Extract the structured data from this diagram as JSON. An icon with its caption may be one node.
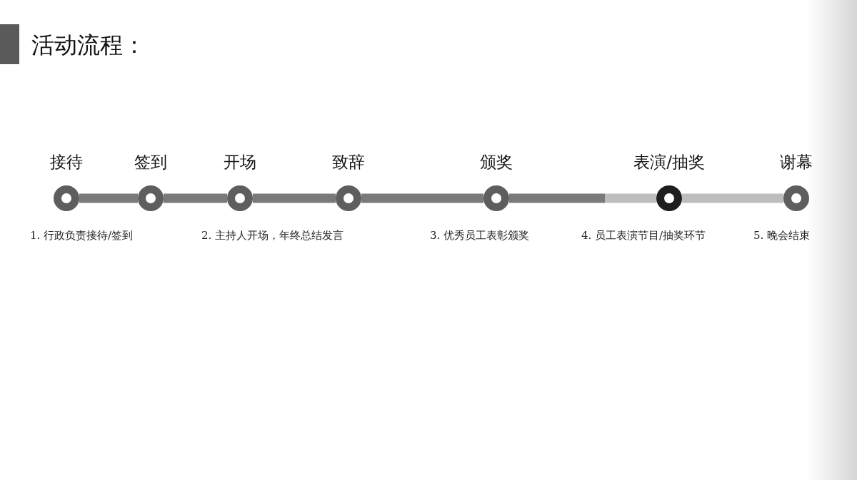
{
  "diagram": {
    "title": "活动流程：",
    "nodes": [
      {
        "text": [
          "接待"
        ]
      },
      {
        "text": [
          "签到"
        ]
      },
      {
        "text": [
          "开场"
        ]
      },
      {
        "text": [
          "致辞"
        ]
      },
      {
        "text": [
          "颁奖"
        ]
      },
      {
        "text": [
          "表演/抽奖"
        ]
      },
      {
        "text": [
          "谢幕"
        ]
      }
    ],
    "edges": [
      {
        "from": 0,
        "to": 1,
        "arrow": "none"
      },
      {
        "from": 1,
        "to": 2,
        "arrow": "none"
      },
      {
        "from": 2,
        "to": 3,
        "arrow": "none"
      },
      {
        "from": 3,
        "to": 4,
        "arrow": "none"
      },
      {
        "from": 4,
        "to": 5,
        "arrow": "none",
        "color": "#bdbdbd"
      },
      {
        "from": 5,
        "to": 6,
        "arrow": "none",
        "color": "#bdbdbd"
      }
    ],
    "labels": [
      "1. 行政负责接待/签到",
      "2. 主持人开场，年终总结发言",
      "3. 优秀员工表彰颁奖",
      "4. 员工表演节目/抽奖环节",
      "5. 晚会结束"
    ]
  }
}
